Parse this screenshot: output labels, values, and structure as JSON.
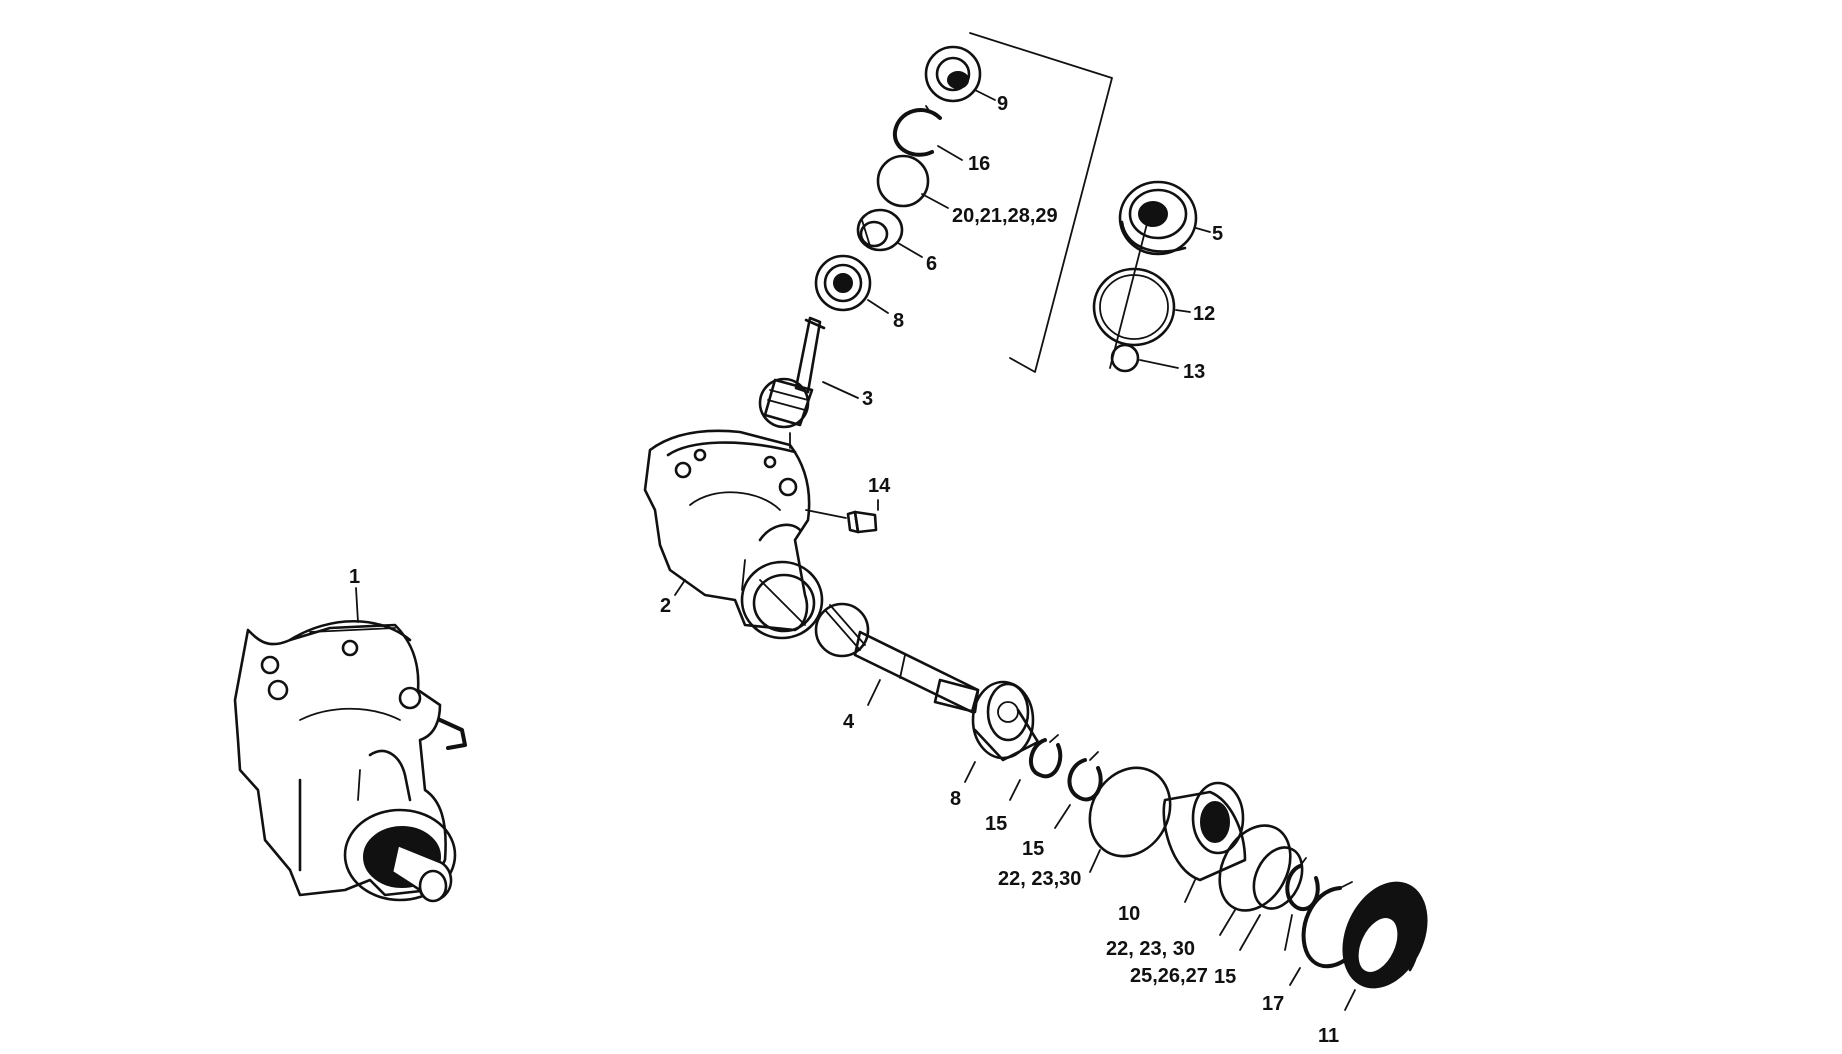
{
  "labels": {
    "p1": "1",
    "p2": "2",
    "p3": "3",
    "p4": "4",
    "p5": "5",
    "p6": "6",
    "p8_top": "8",
    "p8_bottom": "8",
    "p9": "9",
    "p10": "10",
    "p11": "11",
    "p12": "12",
    "p13": "13",
    "p14": "14",
    "p15_a": "15",
    "p15_b": "15",
    "p15_c": "15",
    "p16": "16",
    "p17": "17",
    "p20_29": "20,21,28,29",
    "p22_30_a": "22, 23,30",
    "p22_30_b": "22, 23, 30",
    "p25_27": "25,26,27"
  }
}
